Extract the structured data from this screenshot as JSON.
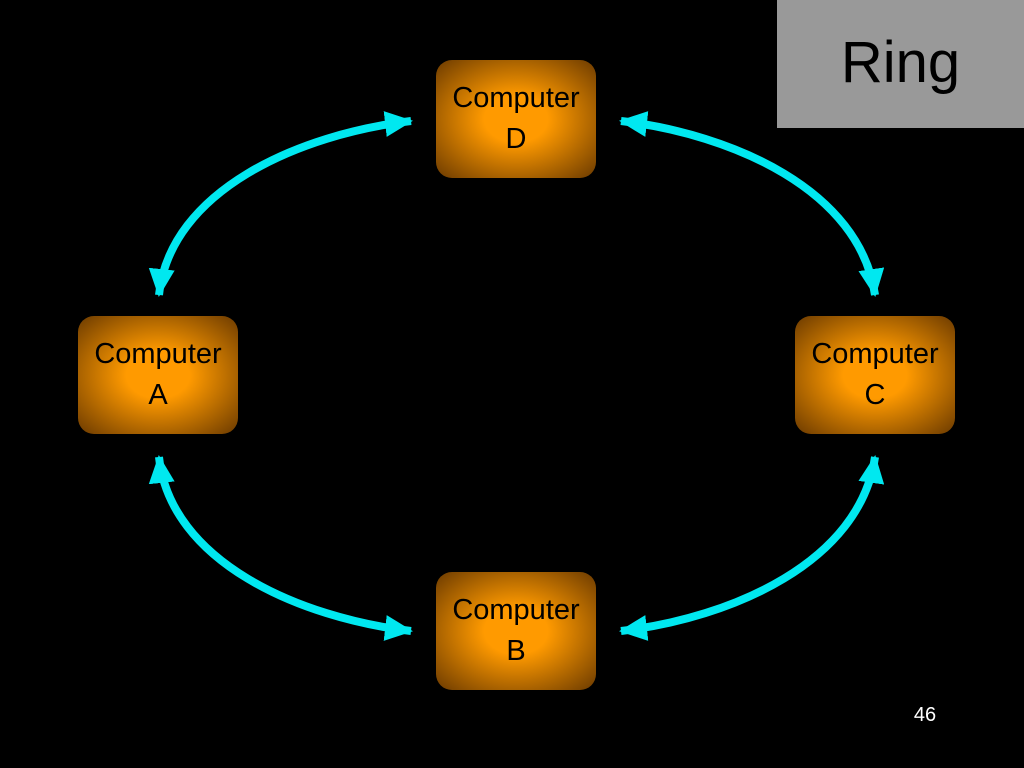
{
  "slide": {
    "title": "Ring",
    "page_number": "46"
  },
  "colors": {
    "background": "#000000",
    "title_box": "#999999",
    "node_center": "#ff9a00",
    "node_edge": "#6b3a00",
    "link": "#00e8f0"
  },
  "nodes": [
    {
      "id": "d",
      "line1": "Computer",
      "line2": "D"
    },
    {
      "id": "a",
      "line1": "Computer",
      "line2": "A"
    },
    {
      "id": "c",
      "line1": "Computer",
      "line2": "C"
    },
    {
      "id": "b",
      "line1": "Computer",
      "line2": "B"
    }
  ],
  "links": [
    {
      "from": "D",
      "to": "A",
      "direction": "both"
    },
    {
      "from": "D",
      "to": "C",
      "direction": "both"
    },
    {
      "from": "A",
      "to": "B",
      "direction": "both"
    },
    {
      "from": "C",
      "to": "B",
      "direction": "both"
    }
  ]
}
